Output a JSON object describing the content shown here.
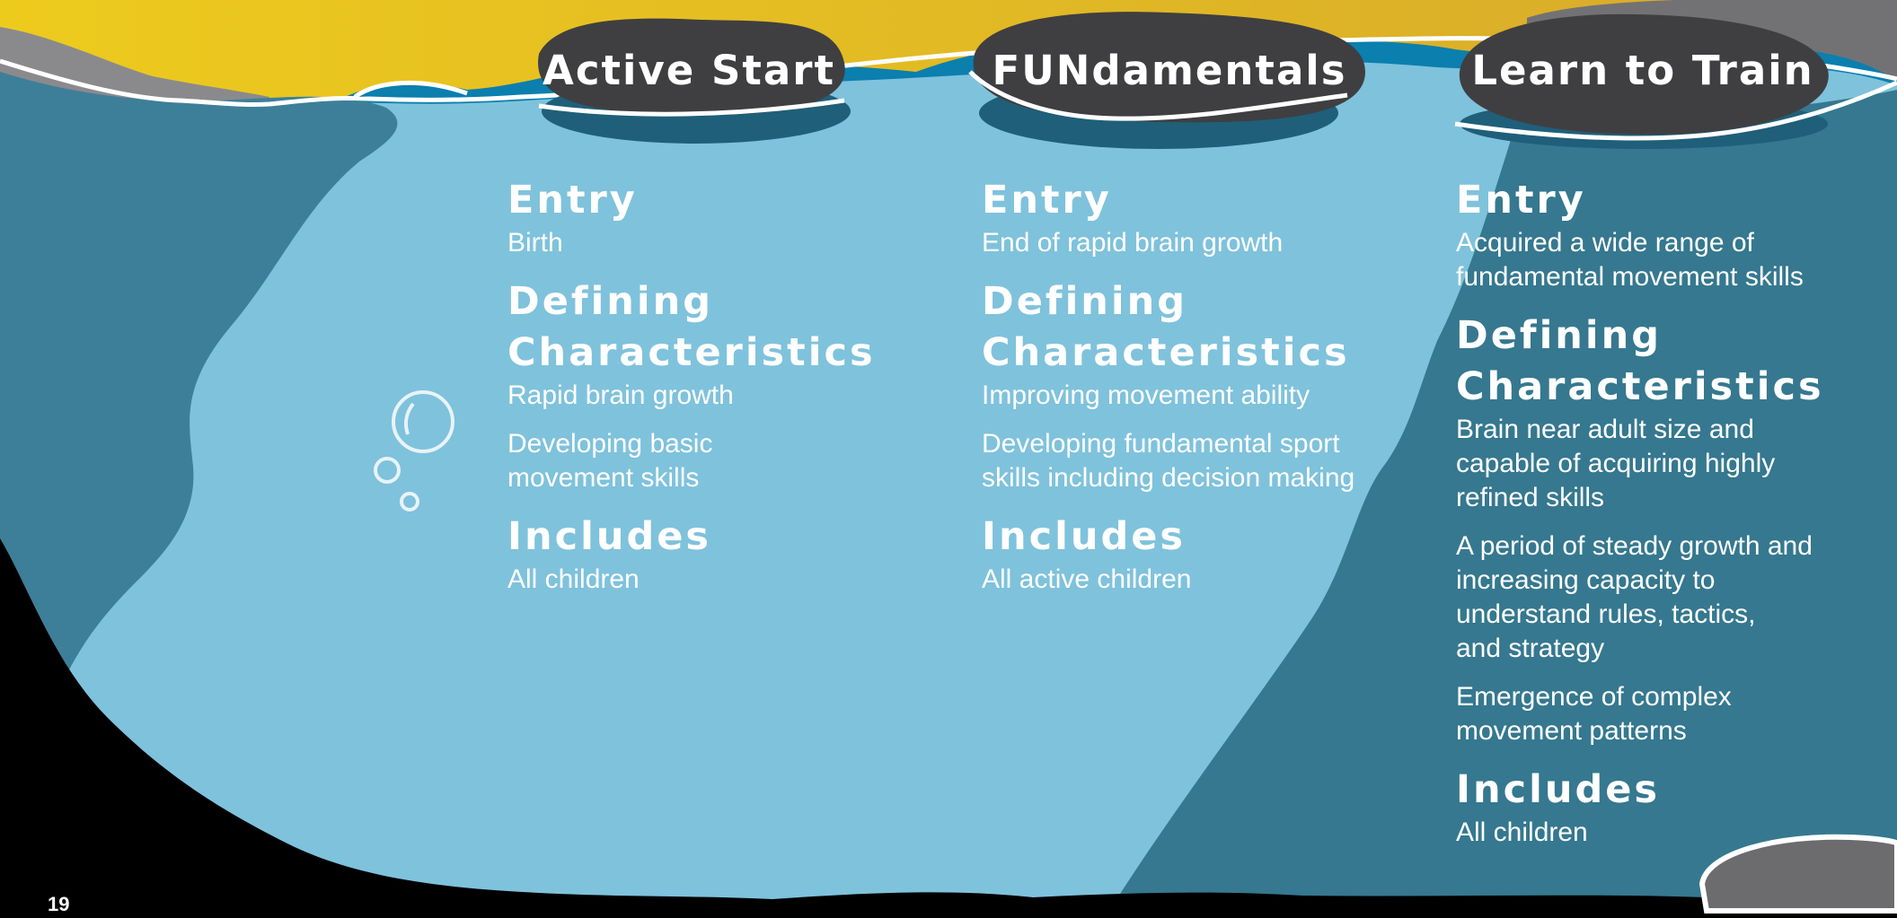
{
  "page_number": "19",
  "stages": [
    {
      "title": "Active Start",
      "entry_heading": "Entry",
      "entry_text": [
        "Birth"
      ],
      "defining_heading": [
        "Defining",
        "Characteristics"
      ],
      "characteristics": [
        [
          "Rapid brain growth"
        ],
        [
          "Developing basic",
          "movement skills"
        ]
      ],
      "includes_heading": "Includes",
      "includes_text": "All children"
    },
    {
      "title": "FUNdamentals",
      "entry_heading": "Entry",
      "entry_text": [
        "End of rapid brain growth"
      ],
      "defining_heading": [
        "Defining",
        "Characteristics"
      ],
      "characteristics": [
        [
          "Improving movement ability"
        ],
        [
          "Developing fundamental sport",
          "skills including decision making"
        ]
      ],
      "includes_heading": "Includes",
      "includes_text": "All active children"
    },
    {
      "title": "Learn to Train",
      "entry_heading": "Entry",
      "entry_text": [
        "Acquired a wide range of",
        "fundamental movement skills"
      ],
      "defining_heading": [
        "Defining",
        "Characteristics"
      ],
      "characteristics": [
        [
          "Brain near adult size and",
          "capable of acquiring highly",
          "refined skills"
        ],
        [
          "A period of steady growth and",
          "increasing capacity to",
          "understand rules, tactics,",
          "and strategy"
        ],
        [
          "Emergence of complex",
          "movement patterns"
        ]
      ],
      "includes_heading": "Includes",
      "includes_text": "All children"
    }
  ],
  "colors": {
    "sky_yellow": "#e8c51f",
    "water_light": "#7fc2dc",
    "water_mid": "#3d7f99",
    "water_dark": "#35788f",
    "water_bright": "#0b7fae",
    "rock_dark": "#3f3f41",
    "rock_grey": "#6c6c6f",
    "background": "#000000"
  },
  "icons": [
    "bubbles-icon"
  ]
}
